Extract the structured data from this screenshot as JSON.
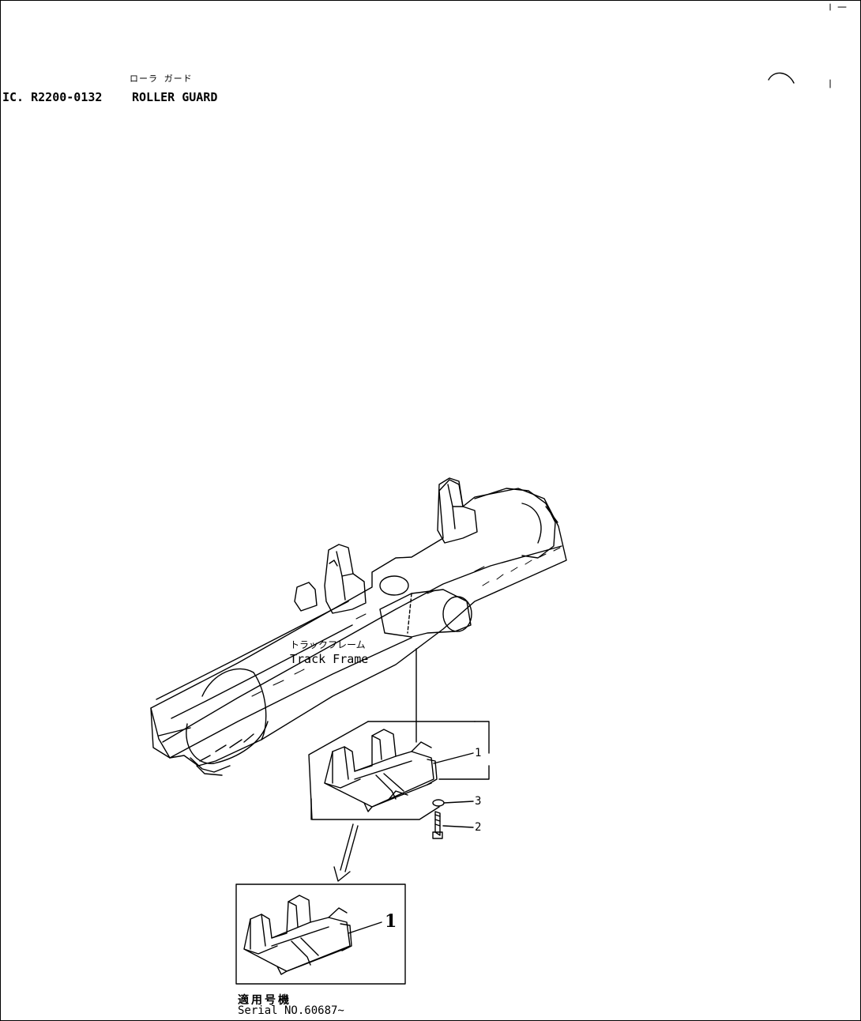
{
  "header": {
    "title_jp": "ローラ ガード",
    "code": "IC. R2200-0132",
    "title": "ROLLER GUARD"
  },
  "labels": {
    "track_frame_jp": "トラックフレーム",
    "track_frame_en": "Track Frame"
  },
  "callouts": {
    "upper_guard": "1",
    "washer": "3",
    "bolt": "2",
    "lower_guard": "1"
  },
  "serial": {
    "label_jp": "適用号機",
    "label_en": "Serial NO.60687~"
  },
  "colors": {
    "ink": "#000000",
    "paper": "#ffffff"
  }
}
